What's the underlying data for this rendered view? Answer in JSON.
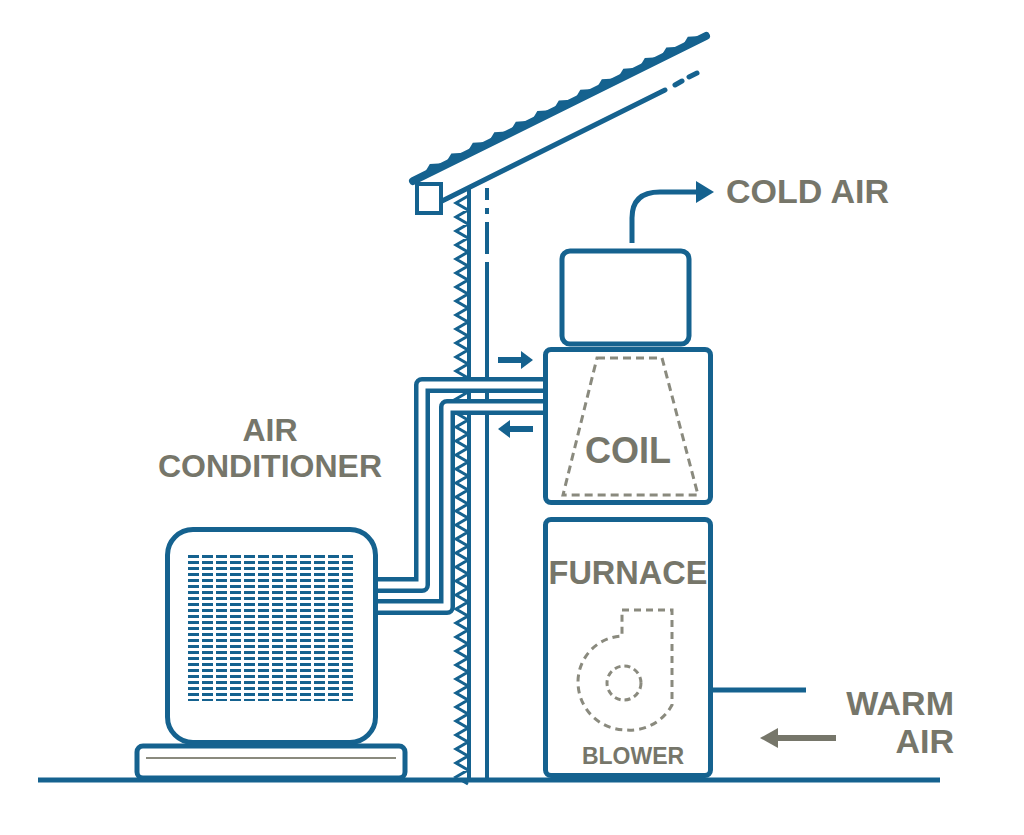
{
  "diagram": {
    "nodes": [
      {
        "text": [
          "COIL"
        ]
      },
      {
        "text": [
          "FURNACE"
        ]
      },
      {
        "text": [
          "BLOWER"
        ],
        "in": 1
      },
      {
        "text": [
          "AIR CONDITIONER"
        ]
      }
    ],
    "edges": [
      {
        "from": 3,
        "to": 0,
        "arrow": "to"
      },
      {
        "from": 0,
        "to": 3,
        "arrow": "to"
      }
    ],
    "labels": [
      "COLD AIR",
      "WARM AIR"
    ]
  }
}
